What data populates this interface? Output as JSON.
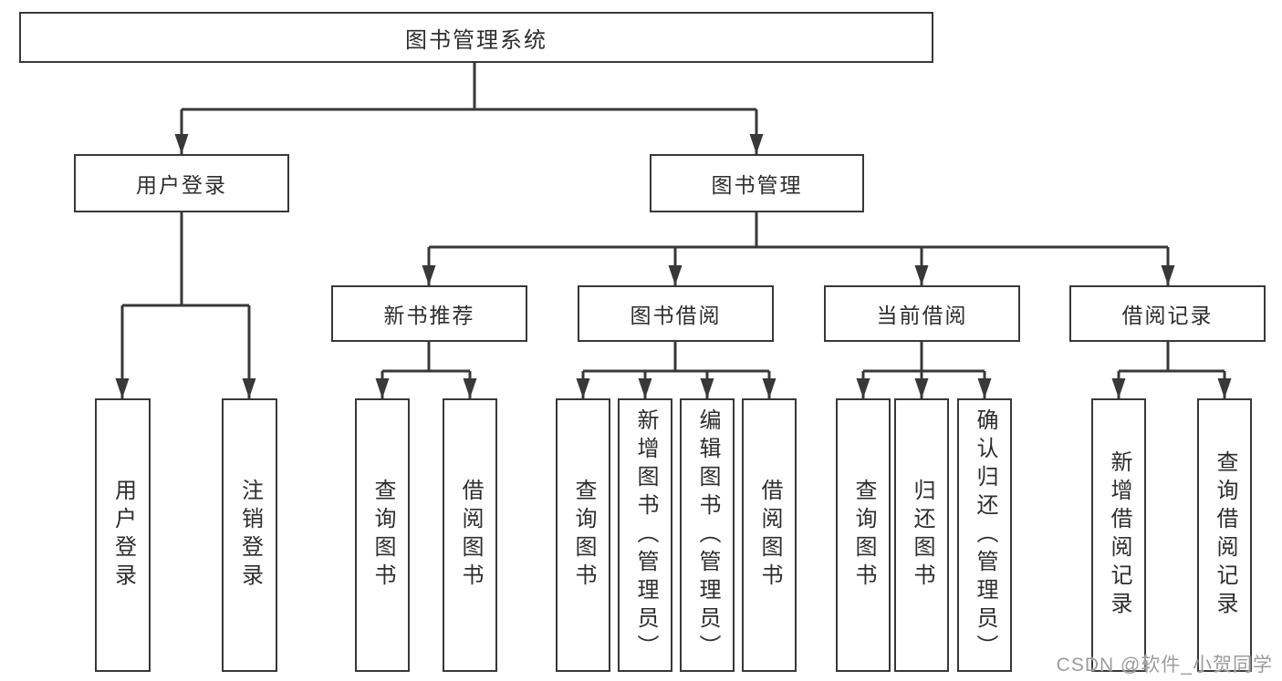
{
  "diagram_type": "hierarchy-tree",
  "colors": {
    "line": "#383838",
    "box_border": "#383838",
    "box_fill": "#ffffff",
    "text": "#2d2d2d",
    "watermark": "#9c9c9c",
    "background": "#ffffff"
  },
  "nodes": {
    "root": "图书管理系统",
    "user_login": "用户登录",
    "book_mgmt": "图书管理",
    "new_book_rec": "新书推荐",
    "book_borrow": "图书借阅",
    "current_borrow": "当前借阅",
    "borrow_records": "借阅记录",
    "ul_leaf1": "用户登录",
    "ul_leaf2": "注销登录",
    "nbr_leaf1": "查询图书",
    "nbr_leaf2": "借阅图书",
    "bb_leaf1": "查询图书",
    "bb_leaf2": "新增图书（管理员）",
    "bb_leaf3": "编辑图书（管理员）",
    "bb_leaf4": "借阅图书",
    "cb_leaf1": "查询图书",
    "cb_leaf2": "归还图书",
    "cb_leaf3": "确认归还（管理员）",
    "br_leaf1": "新增借阅记录",
    "br_leaf2": "查询借阅记录"
  },
  "watermark": "CSDN @软件_小贺同学"
}
